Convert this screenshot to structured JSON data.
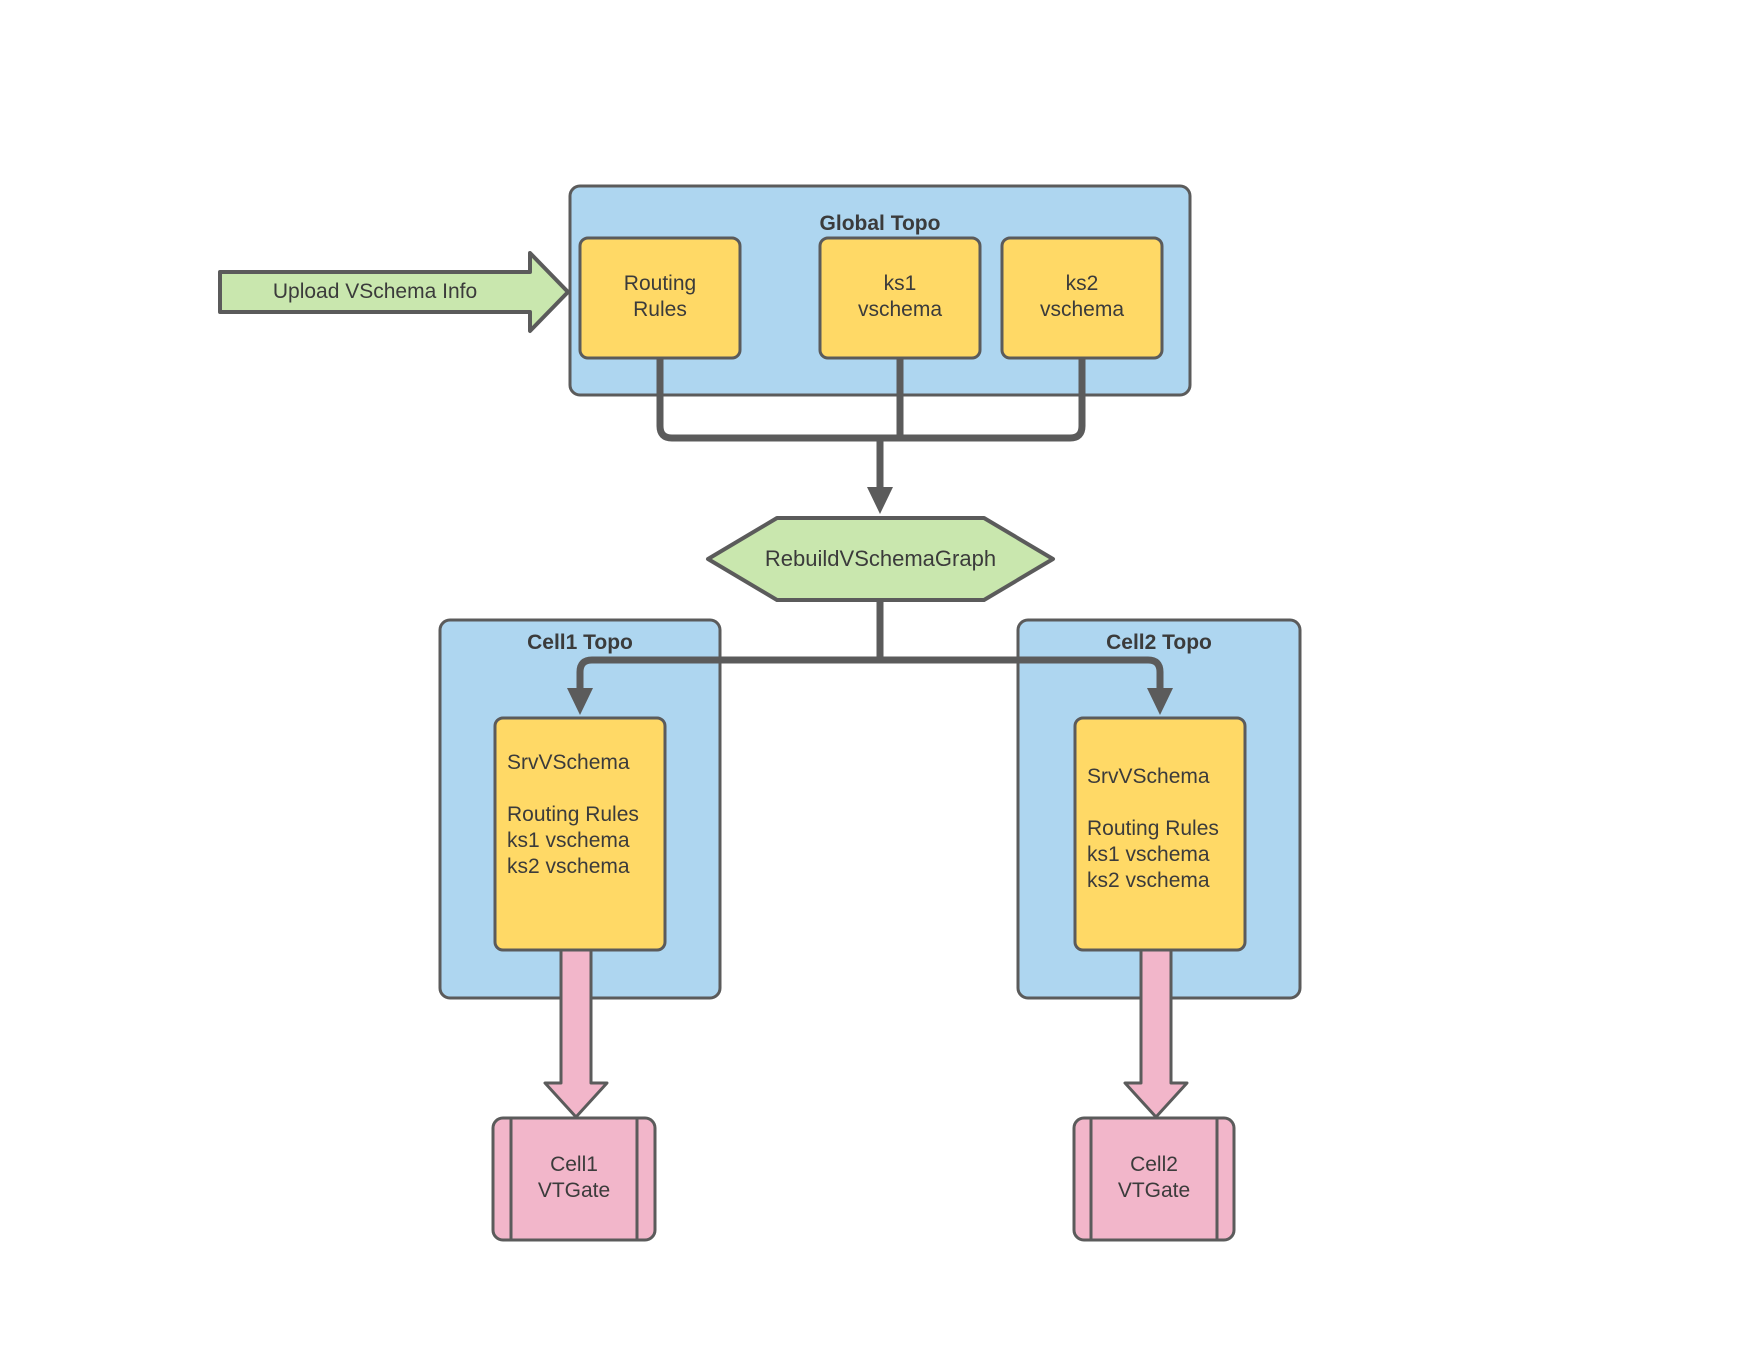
{
  "colors": {
    "container_blue": "#aed6f0",
    "node_yellow": "#ffd966",
    "accent_green": "#c9e7ae",
    "accent_pink": "#f2b6ca",
    "line_gray": "#5b5b5b",
    "text": "#3b3b3b"
  },
  "upload_arrow": {
    "label": "Upload VSchema Info"
  },
  "global_topo": {
    "title": "Global Topo",
    "nodes": [
      {
        "lines": [
          "Routing",
          "Rules"
        ]
      },
      {
        "lines": [
          "ks1",
          "vschema"
        ]
      },
      {
        "lines": [
          "ks2",
          "vschema"
        ]
      }
    ]
  },
  "rebuild_step": {
    "label": "RebuildVSchemaGraph"
  },
  "cells": [
    {
      "title": "Cell1 Topo",
      "srv_vschema": {
        "heading": "SrvVSchema",
        "items": [
          "Routing Rules",
          "ks1 vschema",
          "ks2 vschema"
        ]
      },
      "vtgate": {
        "lines": [
          "Cell1",
          "VTGate"
        ]
      }
    },
    {
      "title": "Cell2 Topo",
      "srv_vschema": {
        "heading": "SrvVSchema",
        "items": [
          "Routing Rules",
          "ks1 vschema",
          "ks2 vschema"
        ]
      },
      "vtgate": {
        "lines": [
          "Cell2",
          "VTGate"
        ]
      }
    }
  ]
}
